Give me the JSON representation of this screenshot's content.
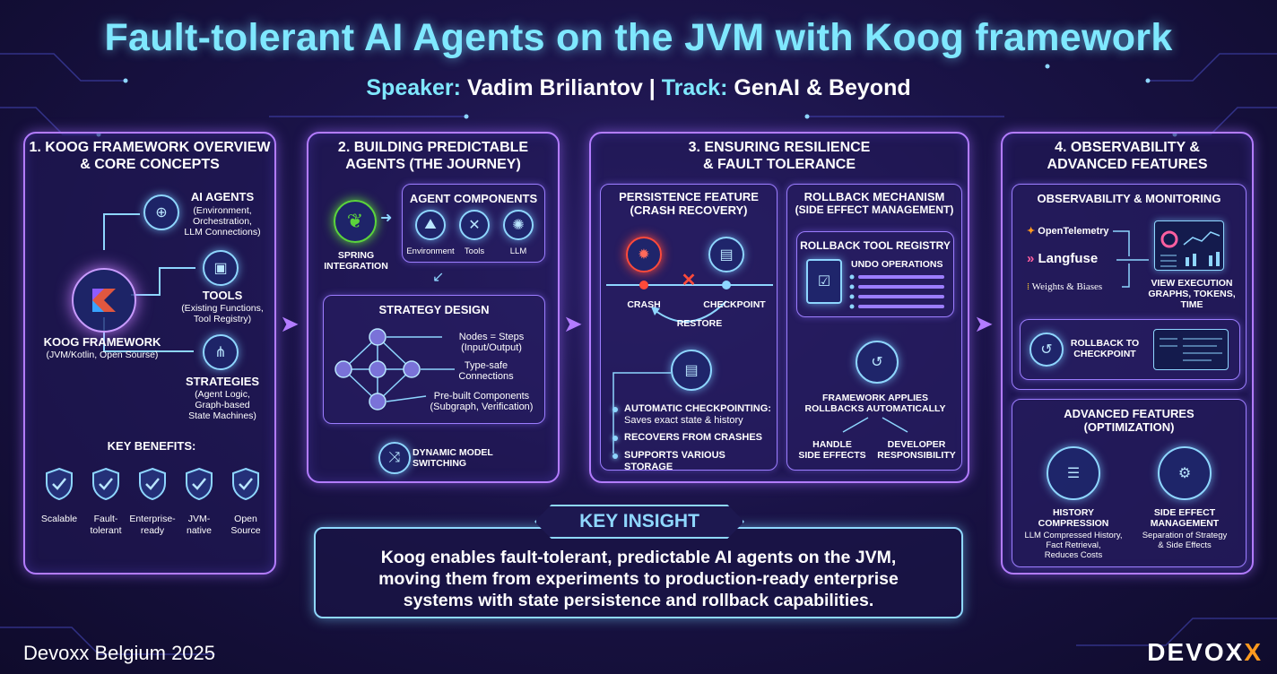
{
  "header": {
    "title": "Fault-tolerant AI Agents on the JVM with Koog framework",
    "speaker_key": "Speaker:",
    "speaker_val": "Vadim Briliantov",
    "sep": "|",
    "track_key": "Track:",
    "track_val": "GenAI & Beyond"
  },
  "col1": {
    "title1": "1. KOOG FRAMEWORK OVERVIEW",
    "title2": "& CORE CONCEPTS",
    "koog_title": "KOOG FRAMEWORK",
    "koog_sub": "(JVM/Kotlin, Open Sourse)",
    "agents_title": "AI AGENTS",
    "agents_sub1": "(Environment,",
    "agents_sub2": "Orchestration,",
    "agents_sub3": "LLM Connections)",
    "tools_title": "TOOLS",
    "tools_sub1": "(Existing Functions,",
    "tools_sub2": "Tool Registry)",
    "strat_title": "STRATEGIES",
    "strat_sub1": "(Agent Logic,",
    "strat_sub2": "Graph-based",
    "strat_sub3": "State Machines)",
    "benefits_title": "KEY BENEFITS:",
    "benefits": [
      [
        "Scalable",
        ""
      ],
      [
        "Fault-",
        "tolerant"
      ],
      [
        "Enterprise-",
        "ready"
      ],
      [
        "JVM-",
        "native"
      ],
      [
        "Open",
        "Source"
      ]
    ]
  },
  "col2": {
    "title1": "2. BUILDING PREDICTABLE",
    "title2": "AGENTS (THE JOURNEY)",
    "spring1": "SPRING",
    "spring2": "INTEGRATION",
    "components_title": "AGENT COMPONENTS",
    "comp": [
      "Environment",
      "Tools",
      "LLM"
    ],
    "strategy_title": "STRATEGY DESIGN",
    "nodes1": "Nodes = Steps",
    "nodes2": "(Input/Output)",
    "types1": "Type-safe",
    "types2": "Connections",
    "pre1": "Pre-built Components",
    "pre2": "(Subgraph, Verification)",
    "dyn1": "DYNAMIC MODEL",
    "dyn2": "SWITCHING"
  },
  "col3": {
    "title1": "3. ENSURING RESILIENCE",
    "title2": "& FAULT TOLERANCE",
    "persist_title1": "PERSISTENCE FEATURE",
    "persist_title2": "(CRASH RECOVERY)",
    "crash": "CRASH",
    "checkpoint": "CHECKPOINT",
    "restore": "RESTORE",
    "auto1": "AUTOMATIC CHECKPOINTING:",
    "auto2": "Saves exact state & history",
    "recovers": "RECOVERS FROM CRASHES",
    "storage": "SUPPORTS VARIOUS STORAGE",
    "rollback_title1": "ROLLBACK MECHANISM",
    "rollback_title2": "(SIDE EFFECT MANAGEMENT)",
    "registry_title": "ROLLBACK TOOL REGISTRY",
    "undo": "UNDO OPERATIONS",
    "applies1": "FRAMEWORK APPLIES",
    "applies2": "ROLLBACKS AUTOMATICALLY",
    "handle1": "HANDLE",
    "handle2": "SIDE EFFECTS",
    "dev1": "DEVELOPER",
    "dev2": "RESPONSIBILITY"
  },
  "col4": {
    "title1": "4. OBSERVABILITY &",
    "title2": "ADVANCED FEATURES",
    "obs_title": "OBSERVABILITY & MONITORING",
    "otel": "OpenTelemetry",
    "langfuse": "Langfuse",
    "wandb": "Weights & Biases",
    "view1": "VIEW EXECUTION",
    "view2": "GRAPHS, TOKENS,",
    "view3": "TIME",
    "rb1": "ROLLBACK TO",
    "rb2": "CHECKPOINT",
    "adv_title1": "ADVANCED FEATURES",
    "adv_title2": "(OPTIMIZATION)",
    "hist1": "HISTORY",
    "hist2": "COMPRESSION",
    "hist3": "LLM Compressed History,",
    "hist4": "Fact Retrieval,",
    "hist5": "Reduces Costs",
    "side1": "SIDE EFFECT",
    "side2": "MANAGEMENT",
    "side3": "Separation of Strategy",
    "side4": "& Side Effects"
  },
  "insight": {
    "tag": "KEY INSIGHT",
    "line1": "Koog enables fault-tolerant, predictable AI agents on the JVM,",
    "line2": "moving them from experiments to production-ready enterprise",
    "line3": "systems with state persistence and rollback capabilities."
  },
  "footer": {
    "event": "Devoxx Belgium 2025",
    "logo_a": "DEVOX",
    "logo_b": "X"
  },
  "colors": {
    "accent": "#b37cff",
    "cyan": "#7fe8ff",
    "crash": "#ff4a3a",
    "spring": "#5bd43c",
    "orange": "#ff9a1f"
  }
}
